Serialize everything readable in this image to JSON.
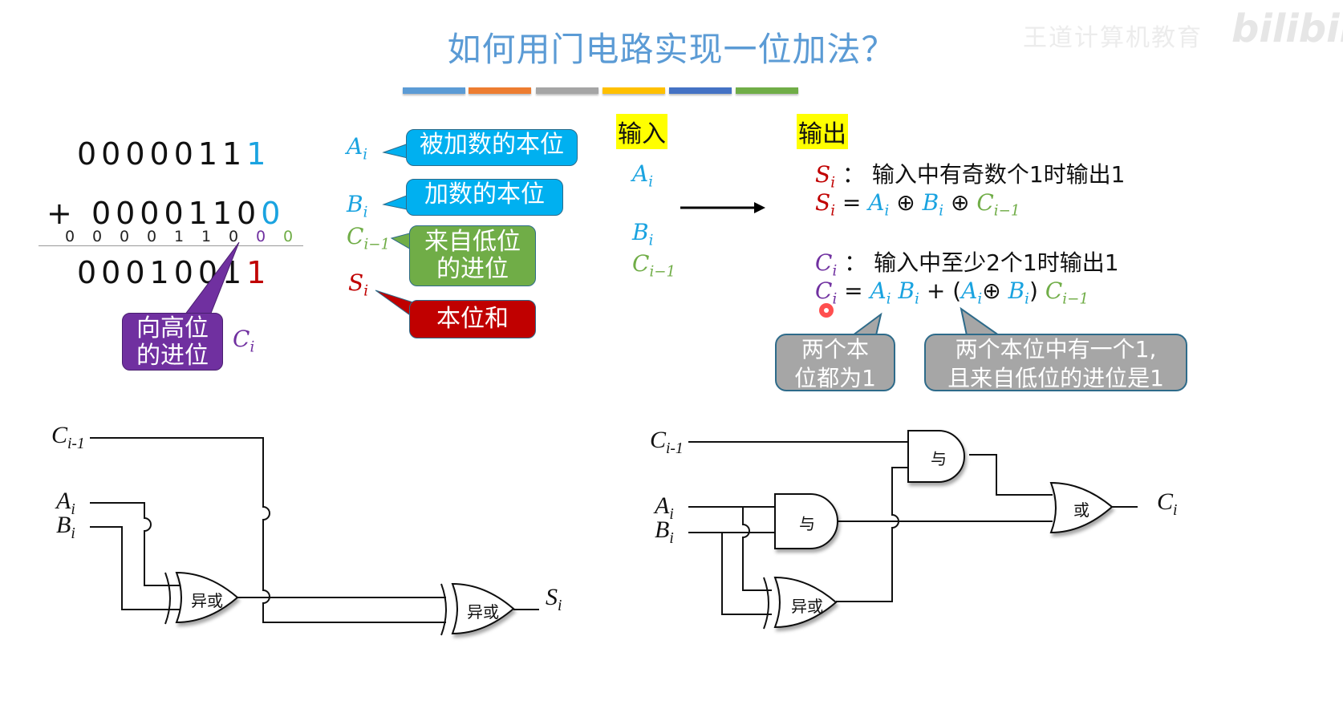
{
  "header": {
    "title": "如何用门电路实现一位加法？",
    "watermark_text": "王道计算机教育",
    "watermark_logo": "bilibili",
    "color_bars": [
      "#5b9bd5",
      "#ed7d31",
      "#a5a5a5",
      "#ffc000",
      "#4472c4",
      "#70ad47"
    ]
  },
  "addition_example": {
    "operand_a": "0000011",
    "operand_a_last": "1",
    "plus_sign": "+",
    "operand_b": "0000110",
    "operand_b_last": "0",
    "carries": [
      "0",
      "0",
      "0",
      "0",
      "1",
      "1",
      "0",
      "0",
      "0"
    ],
    "result": "0001001",
    "result_last": "1",
    "carry_bubble": [
      "向高位",
      "的进位"
    ],
    "carry_symbol": "C",
    "carry_symbol_sub": "i"
  },
  "legend": [
    {
      "symbol": "A",
      "sub": "i",
      "label": "被加数的本位",
      "color": "#00b0f0"
    },
    {
      "symbol": "B",
      "sub": "i",
      "label": "加数的本位",
      "color": "#00b0f0"
    },
    {
      "symbol": "C",
      "sub": "i−1",
      "label_lines": [
        "来自低位",
        "的进位"
      ],
      "color": "#70ad47"
    },
    {
      "symbol": "S",
      "sub": "i",
      "label": "本位和",
      "color": "#c00000"
    }
  ],
  "io": {
    "input_label": "输入",
    "output_label": "输出",
    "inputs": [
      {
        "symbol": "A",
        "sub": "i"
      },
      {
        "symbol": "B",
        "sub": "i"
      },
      {
        "symbol": "C",
        "sub": "i−1"
      }
    ],
    "arrow": "→"
  },
  "outputs": {
    "s_desc": "输入中有奇数个1时输出1",
    "s_formula": {
      "lhs": "S",
      "lhs_sub": "i",
      "eq": "=",
      "a": "A",
      "b": "B",
      "c": "C",
      "xor": "⊕",
      "sub_i": "i",
      "sub_c": "i−1"
    },
    "c_desc": "输入中至少2个1时输出1",
    "c_formula": {
      "lhs": "C",
      "lhs_sub": "i",
      "eq": "=",
      "plus": "+",
      "lparen": "(",
      "rparen": ")",
      "xor": "⊕"
    },
    "colon": "：",
    "note_left": [
      "两个本",
      "位都为1"
    ],
    "note_right": [
      "两个本位中有一个1,",
      "且来自低位的进位是1"
    ]
  },
  "sum_circuit": {
    "inputs": [
      {
        "symbol": "C",
        "sub": "i-1"
      },
      {
        "symbol": "A",
        "sub": "i"
      },
      {
        "symbol": "B",
        "sub": "i"
      }
    ],
    "gates": [
      "异或",
      "异或"
    ],
    "output": {
      "symbol": "S",
      "sub": "i"
    }
  },
  "carry_circuit": {
    "inputs": [
      {
        "symbol": "C",
        "sub": "i-1"
      },
      {
        "symbol": "A",
        "sub": "i"
      },
      {
        "symbol": "B",
        "sub": "i"
      }
    ],
    "gates": [
      "与",
      "与",
      "异或",
      "或"
    ],
    "output": {
      "symbol": "C",
      "sub": "i"
    }
  }
}
